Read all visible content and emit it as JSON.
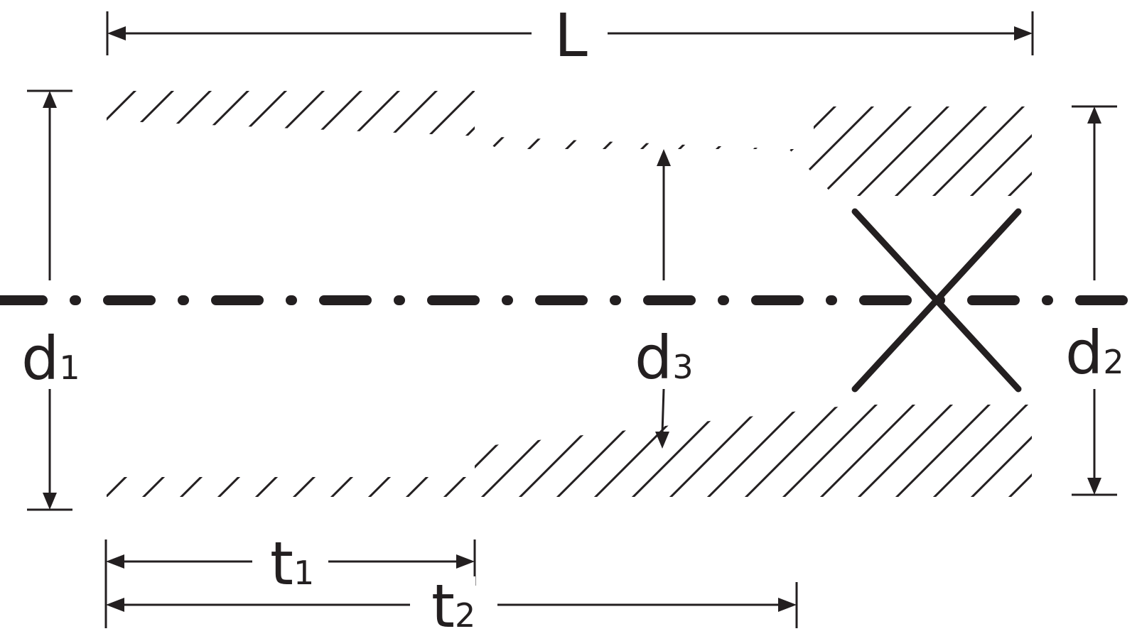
{
  "colors": {
    "ink": "#231f20",
    "background": "#ffffff"
  },
  "labels": {
    "length": "L",
    "d1": {
      "symbol": "d",
      "index": "1"
    },
    "d2": {
      "symbol": "d",
      "index": "2"
    },
    "d3": {
      "symbol": "d",
      "index": "3"
    },
    "t1": {
      "symbol": "t",
      "index": "1"
    },
    "t2": {
      "symbol": "t",
      "index": "2"
    }
  }
}
